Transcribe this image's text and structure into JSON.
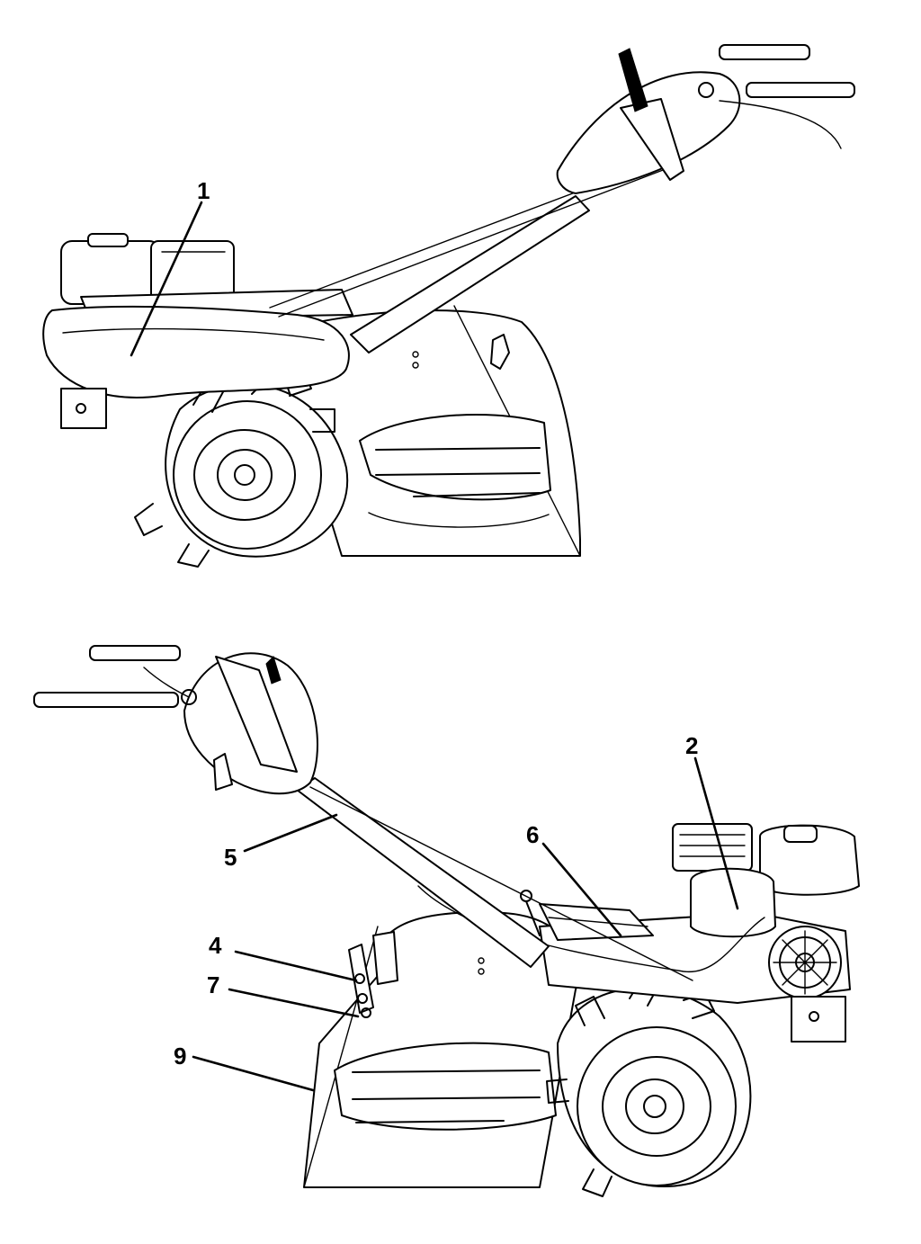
{
  "callouts": [
    {
      "id": "1",
      "text": "1"
    },
    {
      "id": "2",
      "text": "2"
    },
    {
      "id": "4",
      "text": "4"
    },
    {
      "id": "5",
      "text": "5"
    },
    {
      "id": "6",
      "text": "6"
    },
    {
      "id": "7",
      "text": "7"
    },
    {
      "id": "9",
      "text": "9"
    }
  ],
  "colors": {
    "line": "#000000",
    "background": "#ffffff"
  }
}
